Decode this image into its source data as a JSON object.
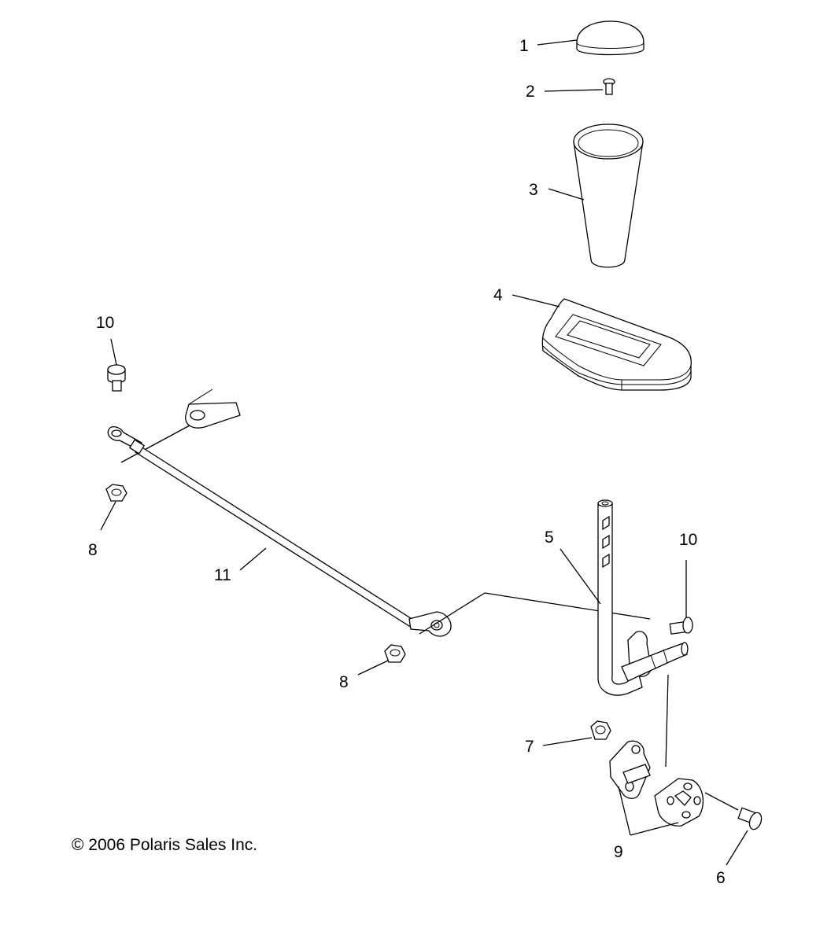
{
  "copyright": "© 2006 Polaris Sales Inc.",
  "callouts": {
    "c1": "1",
    "c2": "2",
    "c3": "3",
    "c4": "4",
    "c5": "5",
    "c6": "6",
    "c7": "7",
    "c8a": "8",
    "c8b": "8",
    "c9": "9",
    "c10a": "10",
    "c10b": "10",
    "c11": "11"
  }
}
